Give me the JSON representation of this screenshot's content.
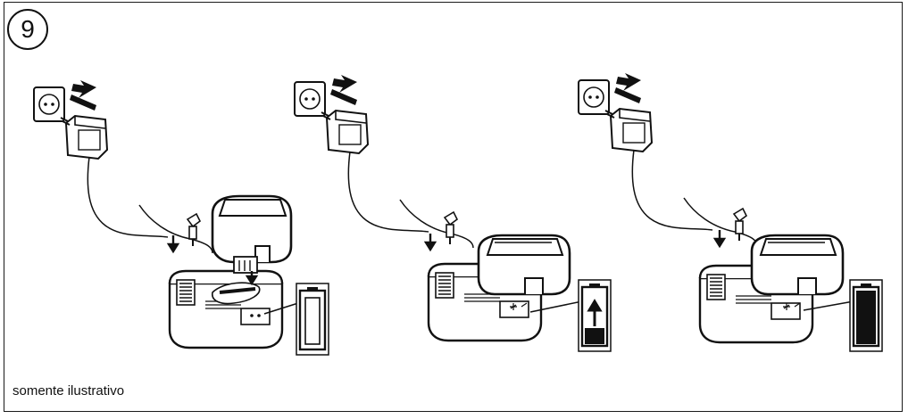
{
  "step_number": "9",
  "caption": "somente ilustrativo",
  "panels": [
    {
      "id": "panel-1",
      "battery_indicator": "empty"
    },
    {
      "id": "panel-2",
      "battery_indicator": "charging"
    },
    {
      "id": "panel-3",
      "battery_indicator": "full"
    }
  ],
  "colors": {
    "line": "#111111",
    "background": "#ffffff",
    "frame": "#1a1a1a"
  },
  "icons": [
    "wall-outlet-icon",
    "plug-adapter-icon",
    "push-arrow-icon",
    "connector-plug-icon",
    "down-arrow-icon",
    "charger-base-icon",
    "battery-pack-icon",
    "battery-level-icon"
  ]
}
